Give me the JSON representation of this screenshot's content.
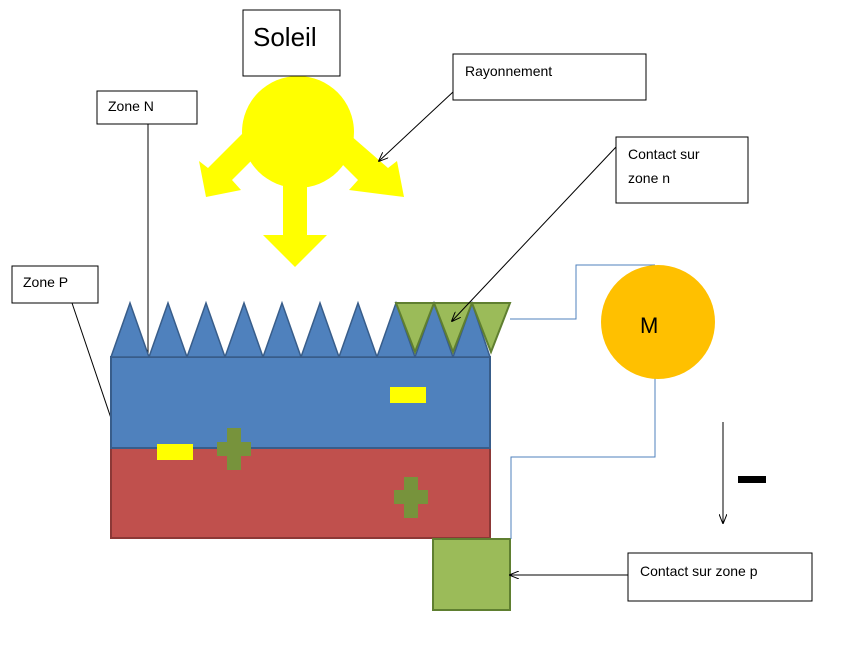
{
  "labels": {
    "sun": "Soleil",
    "radiation": "Rayonnement",
    "zone_n": "Zone N",
    "zone_p": "Zone P",
    "contact_n_line1": "Contact sur",
    "contact_n_line2": "zone n",
    "contact_p": "Contact sur zone p",
    "motor": "M"
  },
  "colors": {
    "sun": "#ffff00",
    "n_zone": "#4f81bd",
    "p_zone": "#c0504d",
    "contact": "#9bbb59",
    "contact_border": "#5f7f30",
    "motor": "#ffc000",
    "plus": "#77933c",
    "minus_charge": "#ffff00",
    "wire": "#4f81bd"
  }
}
